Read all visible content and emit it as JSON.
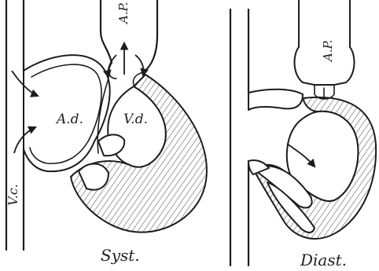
{
  "labels": {
    "systole": {
      "vena_cava": "V.c.",
      "right_atrium": "A.d.",
      "right_ventricle": "V.d.",
      "pulmonary_artery": "A.P.",
      "caption": "Syst."
    },
    "diastole": {
      "pulmonary_artery": "A.P.",
      "caption": "Diast."
    }
  },
  "colors": {
    "ink": "#1c1c1c",
    "paper": "#ffffff"
  }
}
